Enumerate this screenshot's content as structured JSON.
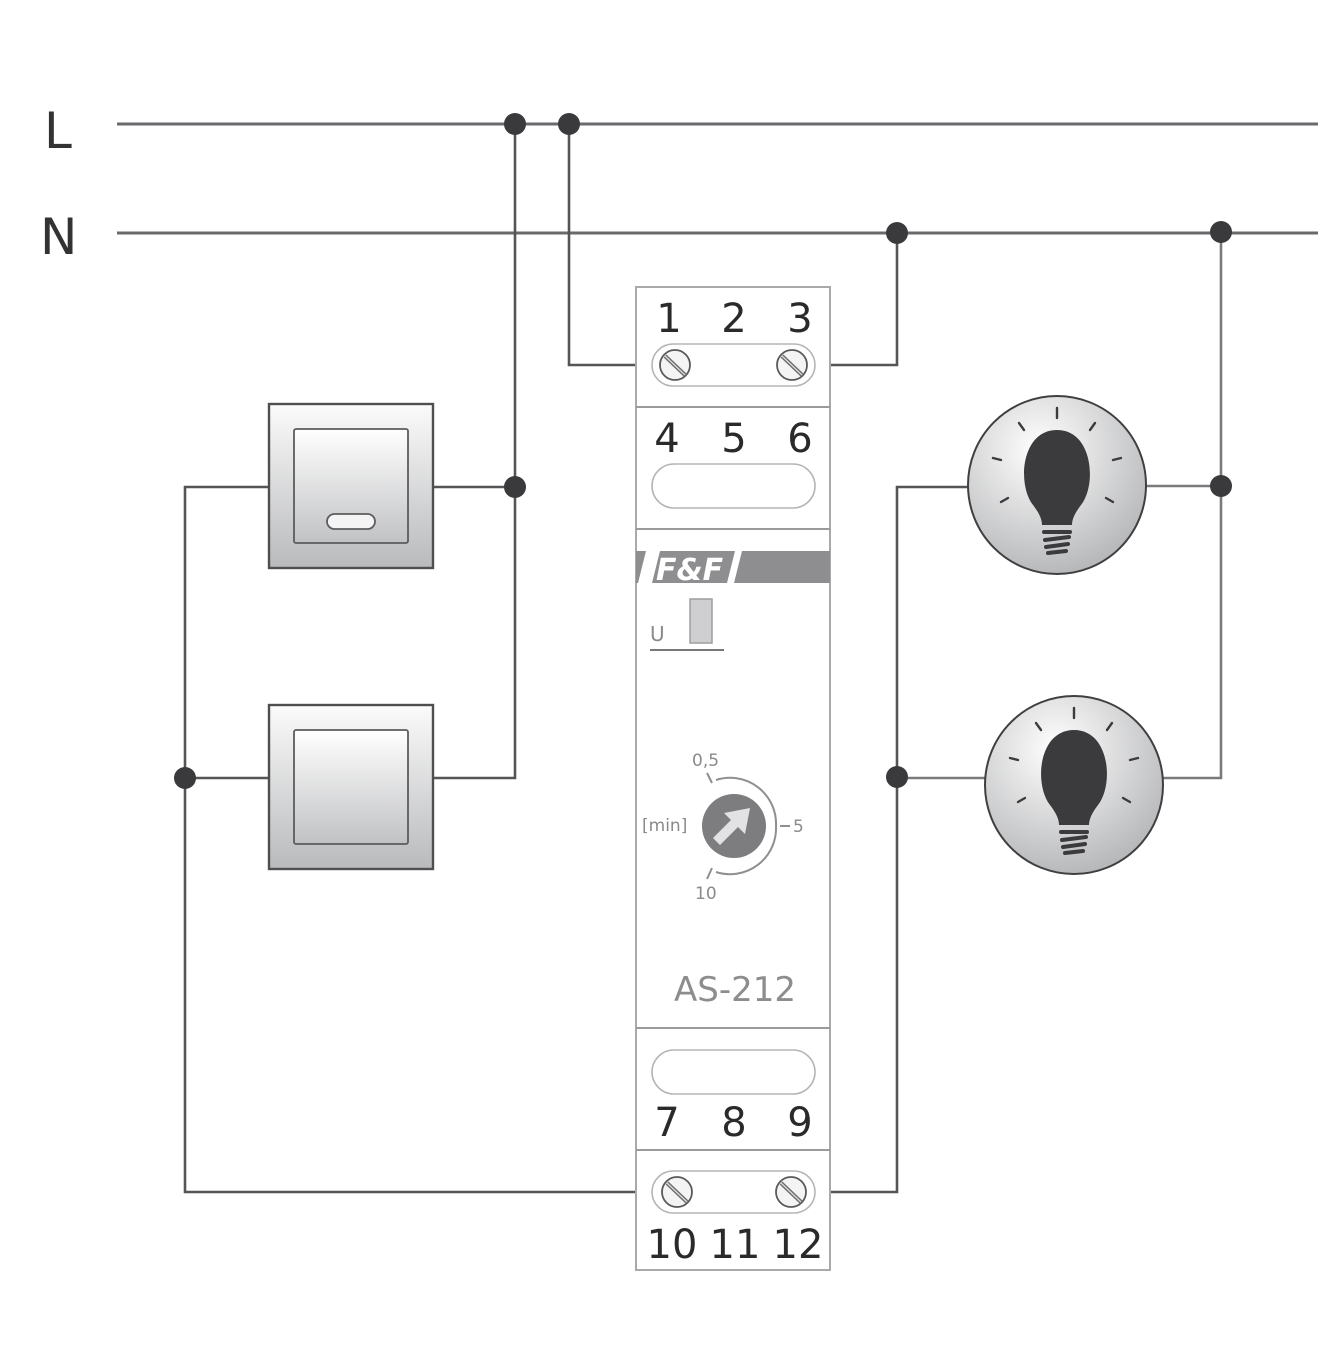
{
  "diagram": {
    "title": "AS-212 staircase timer wiring diagram",
    "buses": [
      {
        "id": "L",
        "label": "L"
      },
      {
        "id": "N",
        "label": "N"
      }
    ],
    "device": {
      "model": "AS-212",
      "brand": "F&F",
      "indicator_label": "U",
      "terminals_top_row1": [
        "1",
        "2",
        "3"
      ],
      "terminals_top_row2": [
        "4",
        "5",
        "6"
      ],
      "terminals_bottom_row1": [
        "7",
        "8",
        "9"
      ],
      "terminals_bottom_row2": [
        "10",
        "11",
        "12"
      ],
      "knob": {
        "unit_label": "[min]",
        "scale": [
          "0,5",
          "5",
          "10"
        ]
      }
    },
    "switches": [
      {
        "name": "pushbutton-with-indicator",
        "has_indicator": true
      },
      {
        "name": "pushbutton-plain",
        "has_indicator": false
      }
    ],
    "lamps": [
      {
        "name": "lamp-1"
      },
      {
        "name": "lamp-2"
      }
    ],
    "connections": [
      "L -> switches (common)",
      "L -> terminal 1",
      "N -> terminal 3",
      "N -> lamps (common)",
      "switches -> terminal 10",
      "terminal 12 -> lamps"
    ],
    "colors": {
      "wire": "#555558",
      "node": "#3a393c",
      "brand_bar": "#8e8e90",
      "knob": "#7d7d7f"
    }
  }
}
